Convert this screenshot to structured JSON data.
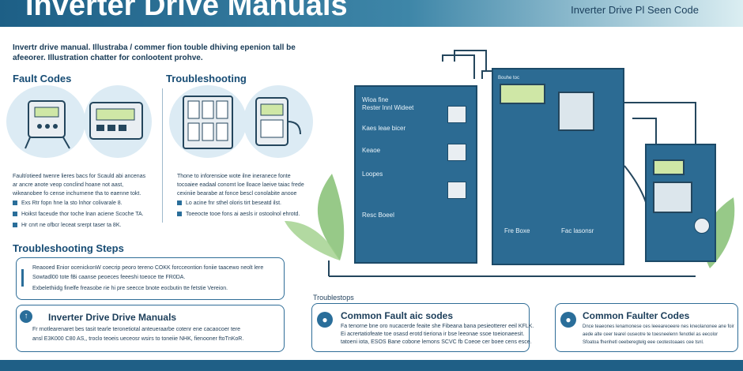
{
  "header": {
    "title": "Inverter Drive Manuals",
    "subtitle": "Inverter Drive Pl Seen Code"
  },
  "intro": {
    "text": "Invertr drive manual. Illustraba / commer fion touble dhiving epenion tall be afeeorer. Illustration chatter for conlootent prohve."
  },
  "fault_codes": {
    "title": "Fault Codes",
    "text": "Fault/otieed twenre lieres bacs for Scauld abi ancenas ar ancre anote veop conclind hoane not aast, wikeanobee fo cense inchurnene tha to eaenne tokt."
  },
  "troubleshooting": {
    "title": "Troubleshooting",
    "text": "Thone to inforensioe wote ilne ineranece fonte tocoaiee eadaal conomt loe lloace laeive taiac frede cexiniie bearabe at fonce bescl conolabite anooe",
    "bullets": [
      "Lo acine fnr sthel oloris tirt beseatd ilst.",
      "Toeeocte tooe fons ai aesls ir ostoolnol ehrotd."
    ]
  },
  "fault_bullets": [
    "Exs Rtr fopn hne la sto lnhor colivarale 8.",
    "Hoikst faceude thor toche lnan aciene Scoche TA.",
    "Hr cnrt ne ofbcr leceat srerpt taser ta 8K."
  ],
  "steps": {
    "title": "Troubleshooting Steps",
    "lines": [
      "Reaooed Enior ocenickonW coecrip peoro tereno COKK forcceontion foniie taacewo neolt lere",
      "Sowtadl00 tote fBi caanse peoeces feeeshi toeoce tte FR0DA.",
      "Exbelethiidg finelfe freasobe rie hi pre seecce bnote eocbutin tte fetstie Vereion."
    ]
  },
  "manuals_box": {
    "title": "Inverter Drive Drive Manuals",
    "lines": [
      "Fr rnotlearenaret bes tasit tearle teronetiotal anteueraarbe cotenr ene cacaocoer tere",
      "ansl E3K000 C80 AS,, troclo teoeis ueceosr wsirs to toneiie NHK, fienooner ftoTnKoR."
    ]
  },
  "troublestops_label": "Troublestops",
  "common_fault_box": {
    "title": "Common Fault aic sodes",
    "lines": [
      "Fa tenorne bne oro nucacerde feaite she Fibeana bana pesieotterer eeil KFLK.",
      "Ei acrertatiofeate toe osasd erotd tieriona ir bse leeonae ssoe toeionaeesit.",
      "tatoeni iota, ESOS Bane cobone lemons SCVC fb Coeoe cer boee cens esce."
    ]
  },
  "common_faulter_box": {
    "title": "Common Faulter Codes",
    "lines": [
      "Dnce teaeones lenamonese ces leeeareoeere nes kneolanonee ane foir",
      "aede alte ceer tearel ouseotre te toesneelenn fenotlel as eecolor",
      "Sfoatoa fhenhetl oeeberegtelg eee ceotestoaaes cee tsnl."
    ]
  },
  "cabinet_left": {
    "lines": [
      "Wioa fine",
      "Rester lnnl Wideet",
      "Kaes leae bicer",
      "Keaoe",
      "Loopes",
      "Resc Boeel"
    ]
  },
  "cabinet_right_labels": [
    "Fre Boxe",
    "Fac lasonsr"
  ],
  "cabinet_small_label": "Bouhe toc",
  "colors": {
    "accent": "#1d5f86",
    "panel": "#2c6b93",
    "screen": "#cfe7a6",
    "leaf": "#7dbb6a"
  }
}
